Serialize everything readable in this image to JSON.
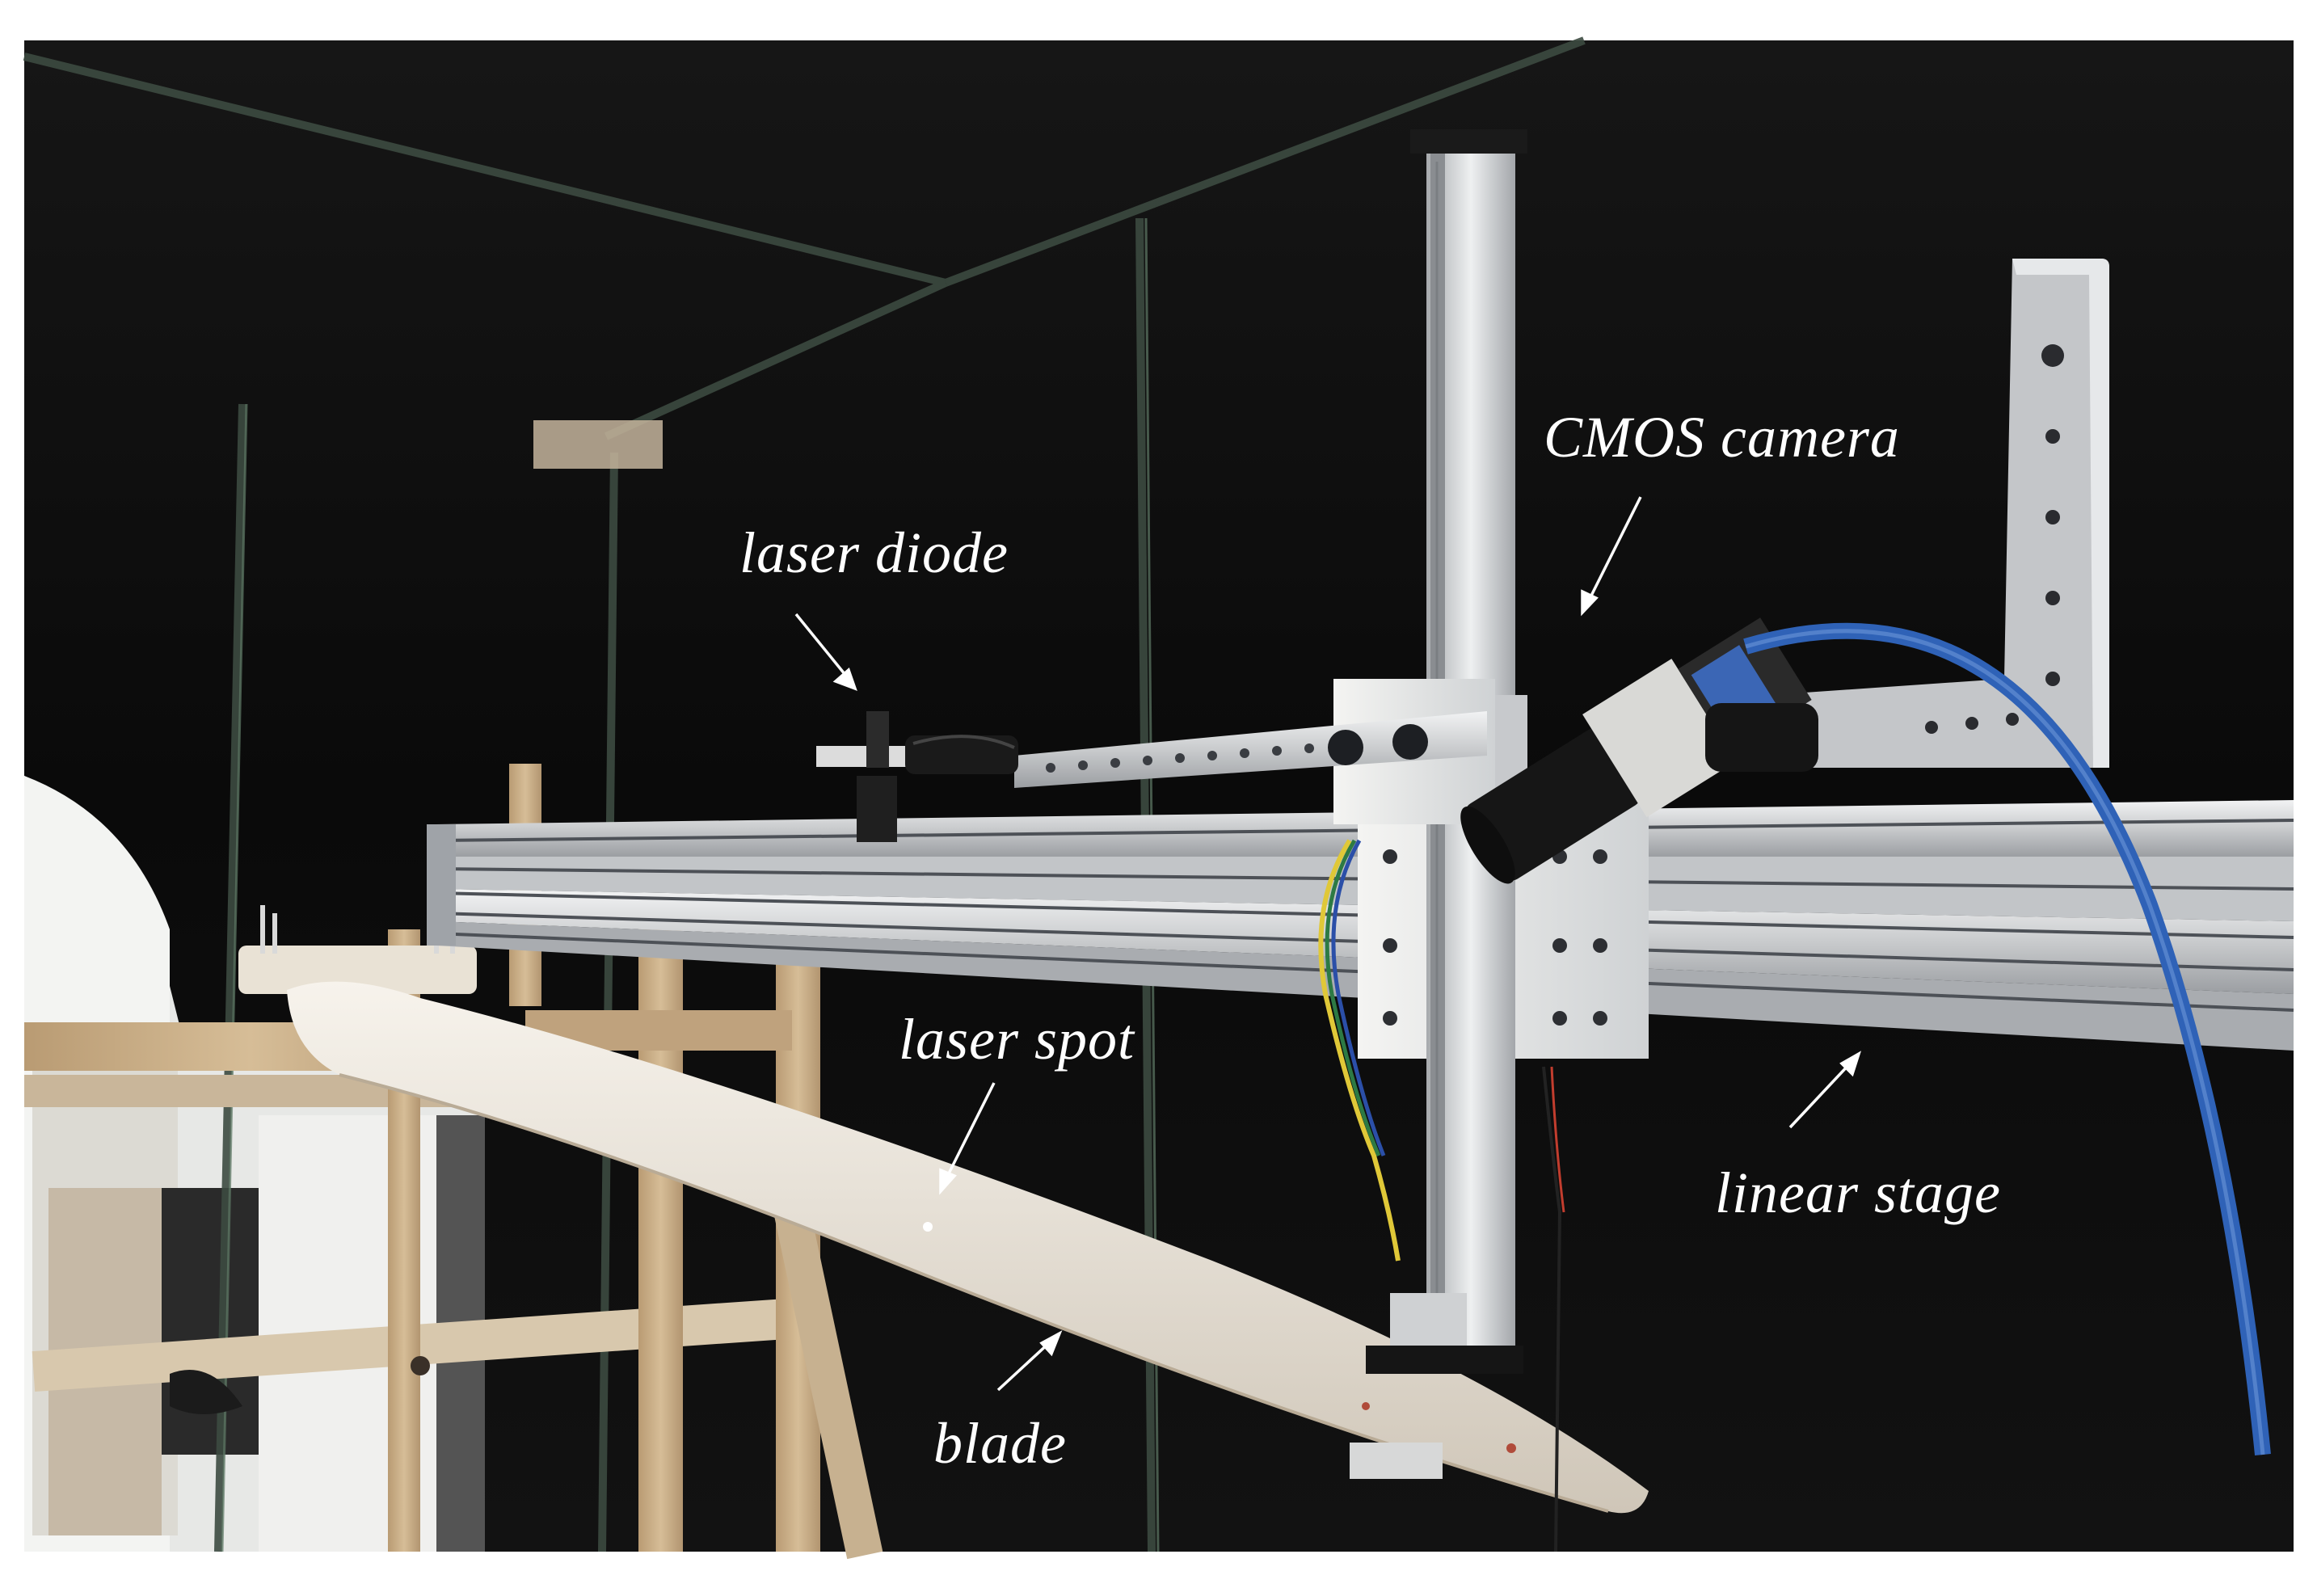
{
  "labels": {
    "laser_diode": "laser diode",
    "cmos_camera": "CMOS camera",
    "laser_spot": "laser spot",
    "linear_stage": "linear stage",
    "blade": "blade"
  },
  "colors": {
    "background_curtain": "#0b0b0b",
    "frame_white": "#ffffff",
    "aluminium": "#d9dadb",
    "wood": "#c8ad88",
    "blade": "#ece6dc",
    "cable_blue": "#2f62b7",
    "annotation_text": "#ffffff"
  }
}
